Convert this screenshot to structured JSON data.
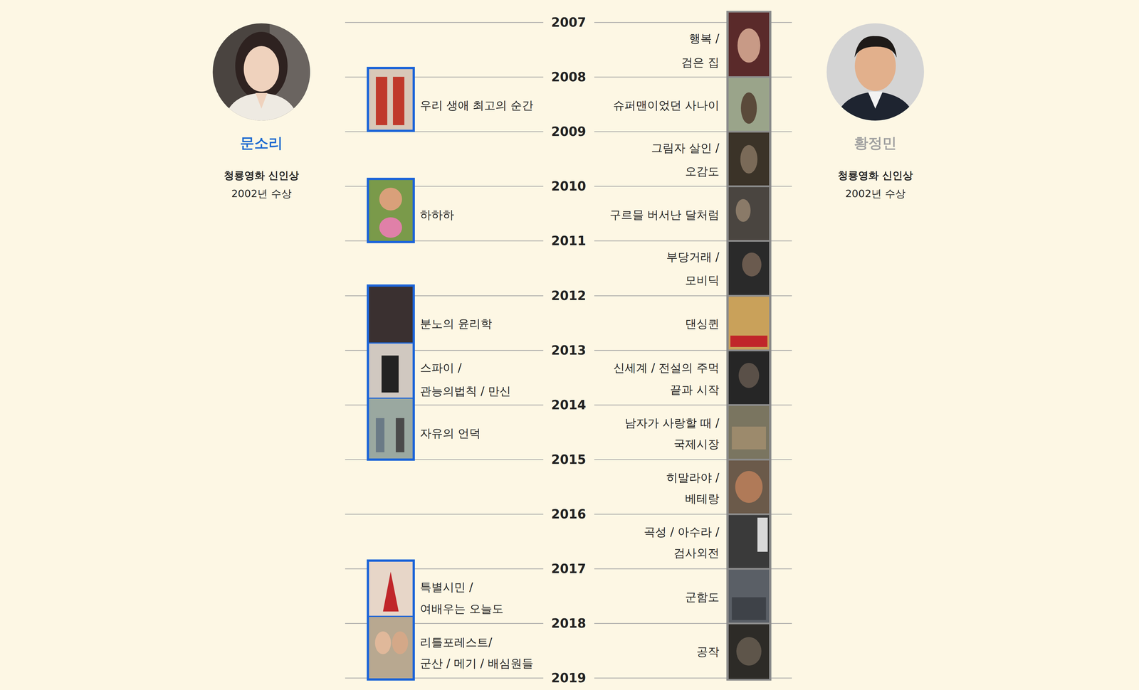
{
  "diagram": {
    "nodes": [
      {
        "text": [
          "문소리",
          "청룡영화 신인상",
          "2002년 수상"
        ]
      },
      {
        "text": [
          "황정민",
          "청룡영화 신인상",
          "2002년 수상"
        ]
      }
    ],
    "labels": [
      "2007",
      "2008",
      "2009",
      "2010",
      "2011",
      "2012",
      "2013",
      "2014",
      "2015",
      "2016",
      "2017",
      "2018",
      "2019",
      "우리 생애 최고의 순간",
      "하하하",
      "분노의 윤리학",
      "스파이 /",
      "관능의법칙 / 만신",
      "자유의 언덕",
      "특별시민 /",
      "여배우는 오늘도",
      "리틀포레스트/",
      "군산 / 메기 / 배심원들",
      "행복 /",
      "검은 집",
      "슈퍼맨이었던 사나이",
      "그림자 살인 /",
      "오감도",
      "구르믈 버서난 달처럼",
      "부당거래 /",
      "모비딕",
      "댄싱퀸",
      "신세계 / 전설의 주먹",
      "끝과 시작",
      "남자가 사랑할 때 /",
      "국제시장",
      "히말라야 /",
      "베테랑",
      "곡성 / 아수라 /",
      "검사외전",
      "군함도",
      "공작"
    ]
  }
}
